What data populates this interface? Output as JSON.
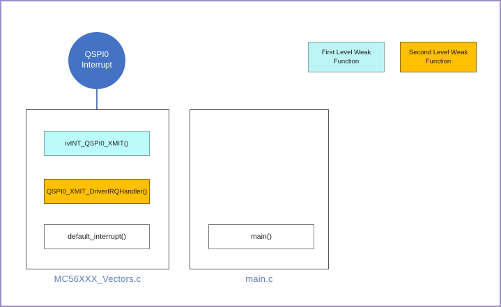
{
  "diagram": {
    "colors": {
      "frame_border": "#9b8ec4",
      "source_node": "#4472c4",
      "first_level_weak": "#bdfbfb",
      "second_level_weak": "#ffc000",
      "plain_function": "#ffffff",
      "container_border": "#595959",
      "arrow": "#3a5e9b",
      "file_label": "#5b7cb8"
    },
    "source_node": {
      "line1": "QSPI0",
      "line2": "Interrupt"
    },
    "legend": [
      {
        "label_line1": "First Level Weak",
        "label_line2": "Function",
        "kind": "first-level-weak"
      },
      {
        "label_line1": "Second Level Weak",
        "label_line2": "Function",
        "kind": "second-level-weak"
      }
    ],
    "containers": [
      {
        "file_label": "MC56XXX_Vectors.c",
        "boxes": [
          {
            "label": "ivINT_QSPI0_XMIT()",
            "kind": "first-level-weak"
          },
          {
            "label": "QSPI0_XMIT_DriverIRQHandler()",
            "kind": "second-level-weak"
          },
          {
            "label": "default_interrupt()",
            "kind": "plain"
          }
        ]
      },
      {
        "file_label": "main.c",
        "boxes": [
          {
            "label": "main()",
            "kind": "plain"
          }
        ]
      }
    ]
  }
}
